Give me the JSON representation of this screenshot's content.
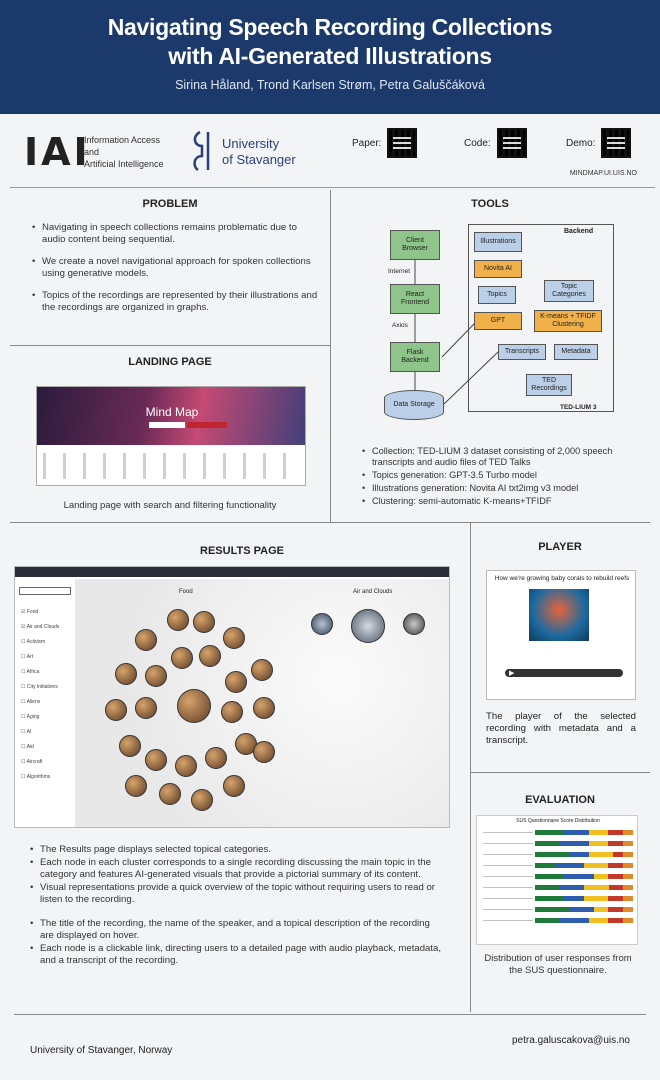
{
  "header": {
    "title_line1": "Navigating Speech Recording Collections",
    "title_line2": "with AI-Generated Illustrations",
    "authors": "Sirina Håland, Trond Karlsen Strøm, Petra Galuščáková"
  },
  "logos": {
    "iai_mark": "IAI",
    "iai_lines": [
      "Information Access",
      "and",
      "Artificial Intelligence"
    ],
    "uis_lines": [
      "University",
      "of Stavanger"
    ],
    "paper_label": "Paper:",
    "code_label": "Code:",
    "demo_label": "Demo:",
    "demo_url": "MINDMAP.UI.UIS.NO"
  },
  "problem": {
    "title": "PROBLEM",
    "bullets": [
      "Navigating in speech collections remains problematic due to audio content being sequential.",
      "We create a novel navigational approach for spoken collections using generative models.",
      "Topics of the recordings are represented by their illustrations and the recordings are organized in graphs."
    ]
  },
  "tools": {
    "title": "TOOLS",
    "backend_label": "Backend",
    "client": "Client Browser",
    "internet": "Internet",
    "react": "React Frontend",
    "axios": "Axios",
    "flask": "Flask Backend",
    "storage": "Data Storage",
    "illustrations": "Illustrations",
    "novita": "Novita AI",
    "topics": "Topics",
    "gpt": "GPT",
    "topic_categories": "Topic Categories",
    "kmeans": "K-means + TFIDF Clustering",
    "transcripts": "Transcripts",
    "metadata": "Metadata",
    "ted": "TED Recordings",
    "tedlium": "TED-LIUM 3",
    "bullets": [
      "Collection: TED-LIUM 3 dataset consisting of 2,000 speech transcripts and audio files of TED Talks",
      "Topics generation: GPT-3.5 Turbo model",
      "Illustrations generation: Novita AI txt2img v3 model",
      "Clustering: semi-automatic K-means+TFIDF"
    ]
  },
  "landing": {
    "title": "LANDING PAGE",
    "banner_text": "Mind Map",
    "caption": "Landing page with search and filtering functionality"
  },
  "results": {
    "title": "RESULTS PAGE",
    "cluster_food": "Food",
    "cluster_air": "Air and Clouds",
    "categories": [
      "Food",
      "Air and Clouds",
      "Activism",
      "Art",
      "Africa",
      "City Initiatives",
      "Aliens",
      "Aging",
      "AI",
      "Aid",
      "Aircraft",
      "Algorithms"
    ],
    "bullets": [
      "The Results page displays selected topical categories.",
      "Each node in each cluster corresponds to a single recording discussing the main topic in the category and features AI-generated visuals that provide a pictorial summary of its content.",
      "Visual representations provide a quick overview of the topic without requiring users to read or listen to the recording.",
      "The title of the recording, the name of the speaker, and a topical description of the recording are displayed on hover.",
      "Each node is a clickable link, directing users to a detailed page with audio playback, metadata, and a transcript of the recording."
    ]
  },
  "player": {
    "title": "PLAYER",
    "video_title": "How we're growing baby corals to rebuild reefs",
    "caption": "The player of the selected recording with metadata and a transcript."
  },
  "evaluation": {
    "title": "EVALUATION",
    "chart_title": "SUS Questionnaire Score Distribution",
    "caption": "Distribution of user responses from the SUS questionnaire."
  },
  "footer": {
    "affiliation": "University of Stavanger, Norway",
    "email": "petra.galuscakova@uis.no"
  },
  "colors": {
    "header_bg": "#1b3a6b",
    "flow_green": "#8fc48a",
    "flow_blue": "#bccfe8",
    "flow_orange": "#f1b14a"
  }
}
